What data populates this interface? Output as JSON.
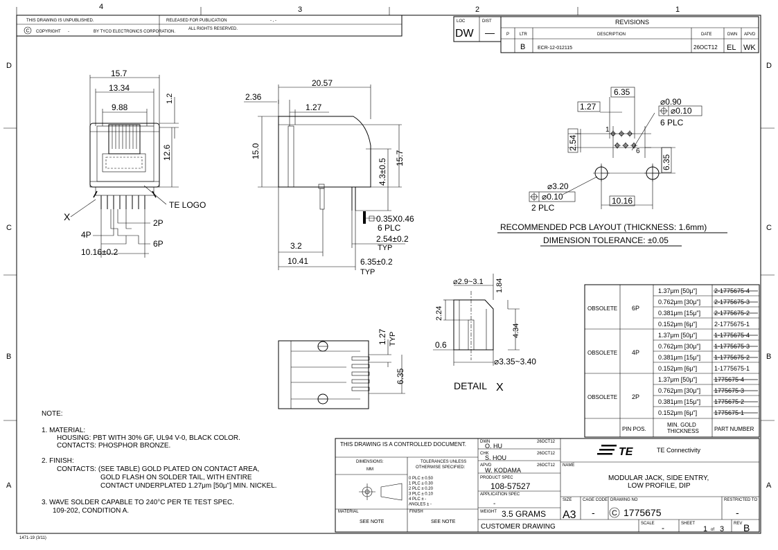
{
  "zones": {
    "top": [
      "4",
      "3",
      "2",
      "1"
    ],
    "side": [
      "D",
      "C",
      "B",
      "A"
    ]
  },
  "header": {
    "unpublished": "THIS DRAWING IS UNPUBLISHED.",
    "released": "RELEASED FOR PUBLICATION",
    "released_dash": "- , -",
    "copyright_word": "COPYRIGHT",
    "copyright_dash": "-",
    "by_tyco": "BY TYCO ELECTRONICS CORPORATION.",
    "rights": "ALL RIGHTS RESERVED.",
    "copyright_symbol": "C"
  },
  "loc": {
    "loc_label": "LOC",
    "loc_value": "DW",
    "dist_label": "DIST",
    "dist_value": "—"
  },
  "revisions": {
    "title": "REVISIONS",
    "cols": [
      "P",
      "LTR",
      "DESCRIPTION",
      "DATE",
      "DWN",
      "APVD"
    ],
    "row": {
      "p": "",
      "ltr": "B",
      "desc": "ECR-12-012115",
      "date": "26OCT12",
      "dwn": "EL",
      "apvd": "WK"
    }
  },
  "front_view": {
    "dims": [
      "15.7",
      "13.34",
      "9.88",
      "1.2",
      "12.6",
      "10.16±0.2"
    ],
    "labels": [
      "TE LOGO",
      "X",
      "2P",
      "4P",
      "6P"
    ]
  },
  "side_view": {
    "dims": [
      "2.36",
      "20.57",
      "1.27",
      "15.0",
      "4.3±0.5",
      "15.7",
      "0.35X0.46",
      "6 PLC",
      "2.54±0.2",
      "TYP",
      "3.2",
      "10.41",
      "6.35±0.2",
      "TYP"
    ]
  },
  "top_view": {
    "dims": [
      "1.27",
      "TYP",
      "6.35"
    ]
  },
  "detail": {
    "dims": [
      "⌀2.9~3.1",
      "1.84",
      "2.24",
      "4.34",
      "0.6",
      "⌀3.35~3.40"
    ],
    "title": "DETAIL",
    "letter": "X"
  },
  "pcb": {
    "dims": [
      "6.35",
      "1.27",
      "⌀0.90",
      "⌀0.10",
      "6 PLC",
      "2.54",
      "6.35",
      "⌀3.20",
      "⌀0.10",
      "2 PLC",
      "10.16",
      "1",
      "6"
    ],
    "title": "RECOMMENDED PCB LAYOUT (THICKNESS: 1.6mm)",
    "tolerance": "DIMENSION TOLERANCE: ±0.05"
  },
  "table": {
    "groups": [
      {
        "status": "OBSOLETE",
        "pos": "6P",
        "rows": [
          {
            "thick": "1.37μm [50μ\"]",
            "part": "2-1775675-4",
            "obsolete": true
          },
          {
            "thick": "0.762μm [30μ\"]",
            "part": "2-1775675-3",
            "obsolete": true
          },
          {
            "thick": "0.381μm [15μ\"]",
            "part": "2-1775675-2",
            "obsolete": true
          },
          {
            "thick": "0.152μm [6μ\"]",
            "part": "2-1775675-1",
            "obsolete": false
          }
        ]
      },
      {
        "status": "OBSOLETE",
        "pos": "4P",
        "rows": [
          {
            "thick": "1.37μm [50μ\"]",
            "part": "1-1775675-4",
            "obsolete": true
          },
          {
            "thick": "0.762μm [30μ\"]",
            "part": "1-1775675-3",
            "obsolete": true
          },
          {
            "thick": "0.381μm [15μ\"]",
            "part": "1-1775675-2",
            "obsolete": true
          },
          {
            "thick": "0.152μm [6μ\"]",
            "part": "1-1775675-1",
            "obsolete": false
          }
        ]
      },
      {
        "status": "OBSOLETE",
        "pos": "2P",
        "rows": [
          {
            "thick": "1.37μm [50μ\"]",
            "part": "1775675-4",
            "obsolete": true
          },
          {
            "thick": "0.762μm [30μ\"]",
            "part": "1775675-3",
            "obsolete": true
          },
          {
            "thick": "0.381μm [15μ\"]",
            "part": "1775675-2",
            "obsolete": true
          },
          {
            "thick": "0.152μm [6μ\"]",
            "part": "1775675-1",
            "obsolete": true
          }
        ]
      }
    ],
    "footer": {
      "pin_pos": "PIN POS.",
      "min_gold_1": "MIN. GOLD",
      "min_gold_2": "THICKNESS",
      "part_number": "PART NUMBER"
    }
  },
  "notes": {
    "title": "NOTE:",
    "lines": [
      "1. MATERIAL:",
      "HOUSING: PBT WITH 30% GF, UL94 V-0, BLACK COLOR.",
      "CONTACTS: PHOSPHOR BRONZE.",
      "2. FINISH:",
      "CONTACTS: (SEE TABLE) GOLD PLATED ON CONTACT AREA,",
      "GOLD FLASH ON SOLDER TAIL, WITH ENTIRE",
      "CONTACT UNDERPLATED 1.27μm [50μ\"] MIN. NICKEL.",
      "3. WAVE SOLDER CAPABLE TO 240°C PER TE TEST SPEC.",
      "109-202, CONDITION A."
    ]
  },
  "title_block": {
    "controlled": "THIS DRAWING IS A CONTROLLED DOCUMENT.",
    "dimensions_label": "DIMENSIONS:",
    "dimensions_unit": "MM",
    "tol_title_1": "TOLERANCES UNLESS",
    "tol_title_2": "OTHERWISE SPECIFIED:",
    "tol_lines": [
      "0 PLC   ± 0.50",
      "1 PLC   ± 0.30",
      "2 PLC   ± 0.20",
      "3 PLC   ± 0.10",
      "4 PLC   ± -",
      "ANGLES        ± -"
    ],
    "material_label": "MATERIAL",
    "material_value": "SEE NOTE",
    "finish_label": "FINISH",
    "finish_value": "SEE NOTE",
    "dwn_label": "DWN",
    "dwn_name": "O. HU",
    "dwn_date": "26OCT12",
    "chk_label": "CHK",
    "chk_name": "S. HOU",
    "chk_date": "26OCT12",
    "apvd_label": "APVD",
    "apvd_name": "W. KODAMA",
    "apvd_date": "26OCT12",
    "product_spec_label": "PRODUCT SPEC",
    "product_spec": "108-57527",
    "app_spec_label": "APPLICATION SPEC",
    "app_spec": "-",
    "weight_label": "WEIGHT",
    "weight": "3.5 GRAMS",
    "customer": "CUSTOMER DRAWING",
    "company": "TE Connectivity",
    "logo": "TE",
    "name_label": "NAME",
    "name_1": "MODULAR JACK, SIDE ENTRY,",
    "name_2": "LOW PROFILE, DIP",
    "size_label": "SIZE",
    "size": "A3",
    "cage_label": "CAGE CODE",
    "cage": "-",
    "drawing_no_label": "DRAWING NO",
    "drawing_prefix": "C",
    "drawing_no": "1775675",
    "restricted_label": "RESTRICTED TO",
    "restricted": "-",
    "scale_label": "SCALE",
    "scale": "-",
    "sheet_label": "SHEET",
    "sheet": "1",
    "sheet_of": "of",
    "sheet_total": "3",
    "rev_label": "REV",
    "rev": "B"
  },
  "form_no": "1471-19 (3/11)"
}
